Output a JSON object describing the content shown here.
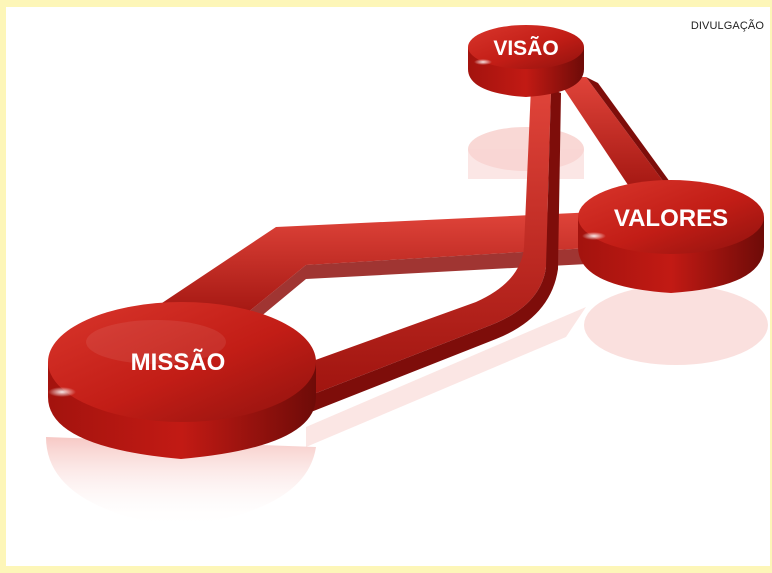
{
  "credit": "DIVULGAÇÃO",
  "colors": {
    "background_frame": "#fdf6b8",
    "canvas": "#ffffff",
    "node_red": "#c8201a",
    "node_dark": "#7a0f0c",
    "reflection": "#f3b8b4"
  },
  "nodes": {
    "missao": {
      "label": "MISSÃO"
    },
    "visao": {
      "label": "VISÃO"
    },
    "valores": {
      "label": "VALORES"
    }
  }
}
